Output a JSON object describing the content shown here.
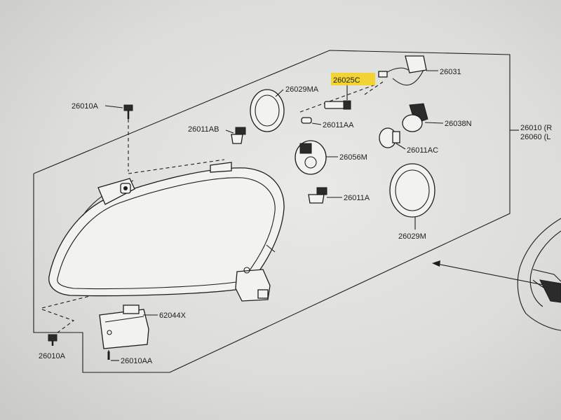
{
  "labels": {
    "p26010A_top": "26010A",
    "p26029MA": "26029MA",
    "p26025C": "26025C",
    "p26031": "26031",
    "p26011AB": "26011AB",
    "p26011AA": "26011AA",
    "p26038N": "26038N",
    "p26011AC": "26011AC",
    "p26056M": "26056M",
    "p26011A": "26011A",
    "p26029M": "26029M",
    "p62044X": "62044X",
    "p26010A_bottom": "26010A",
    "p26010AA": "26010AA",
    "p26010": "26010 (R",
    "p26060": "26060 (L"
  },
  "colors": {
    "highlight": "#f4d21f",
    "line": "#1d1d1d",
    "paper": "#e6e7e3"
  }
}
